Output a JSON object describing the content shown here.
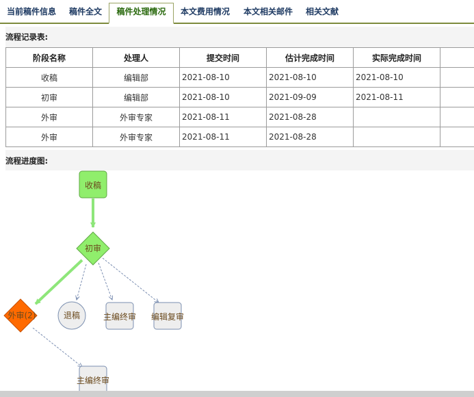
{
  "tabs": [
    {
      "label": "当前稿件信息",
      "active": false
    },
    {
      "label": "稿件全文",
      "active": false
    },
    {
      "label": "稿件处理情况",
      "active": true
    },
    {
      "label": "本文费用情况",
      "active": false
    },
    {
      "label": "本文相关邮件",
      "active": false
    },
    {
      "label": "相关文献",
      "active": false
    }
  ],
  "records": {
    "title": "流程记录表:",
    "headers": [
      "阶段名称",
      "处理人",
      "提交时间",
      "估计完成时间",
      "实际完成时间",
      ""
    ],
    "rows": [
      [
        "收稿",
        "编辑部",
        "2021-08-10",
        "2021-08-10",
        "2021-08-10",
        ""
      ],
      [
        "初审",
        "编辑部",
        "2021-08-10",
        "2021-09-09",
        "2021-08-11",
        ""
      ],
      [
        "外审",
        "外审专家",
        "2021-08-11",
        "2021-08-28",
        "",
        ""
      ],
      [
        "外审",
        "外审专家",
        "2021-08-11",
        "2021-08-28",
        "",
        ""
      ]
    ]
  },
  "flow": {
    "title": "流程进度图:",
    "nodes": {
      "receive": "收稿",
      "first_review": "初审",
      "external_review": "外审(2)",
      "reject": "退稿",
      "chief_final_1": "主编终审",
      "editor_review": "编辑复审",
      "chief_final_2": "主编终审"
    },
    "colors": {
      "completed": "#90ee6c",
      "completed_border": "#5fa845",
      "current": "#ff6a00",
      "pending": "#eeeeee",
      "pending_border": "#7b8fb0",
      "active_arrow": "#8ee67a",
      "pending_arrow": "#7c8fb2"
    }
  }
}
